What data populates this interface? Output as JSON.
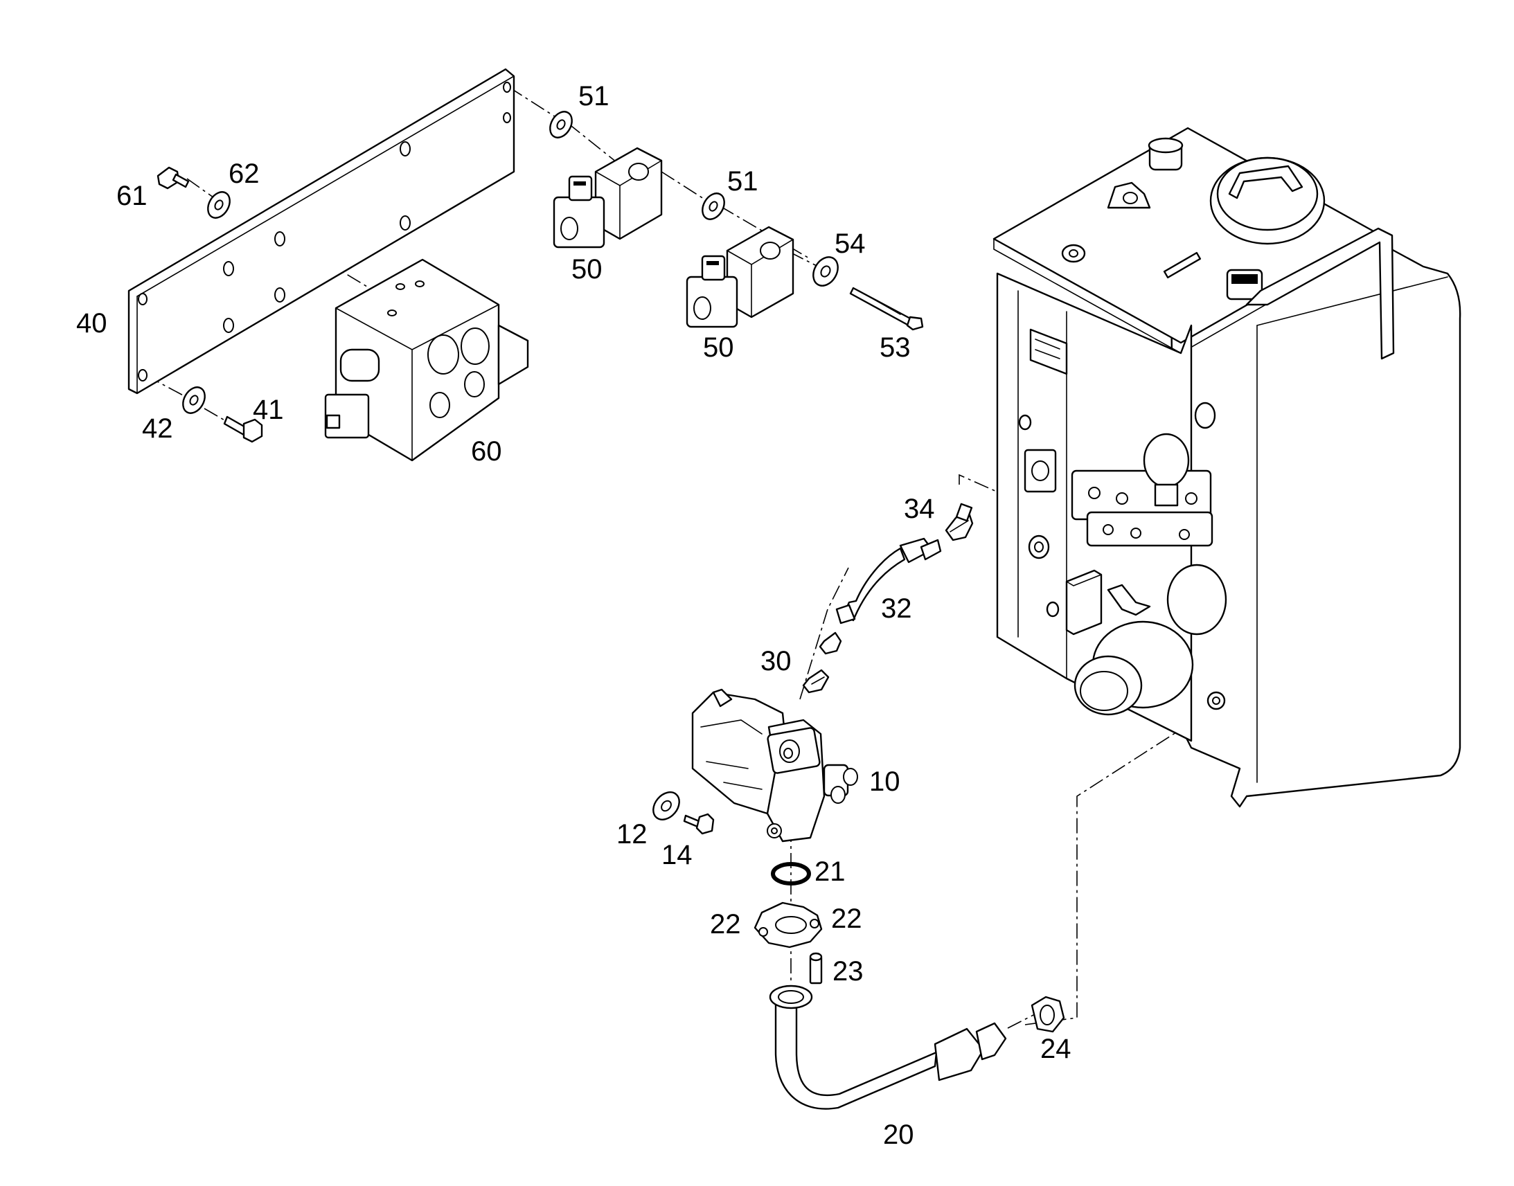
{
  "diagram": {
    "callouts": {
      "p10": "10",
      "p12": "12",
      "p14": "14",
      "p20": "20",
      "p21": "21",
      "p22a": "22",
      "p22b": "22",
      "p23": "23",
      "p24": "24",
      "p30": "30",
      "p32": "32",
      "p34": "34",
      "p40": "40",
      "p41": "41",
      "p42": "42",
      "p50a": "50",
      "p50b": "50",
      "p51a": "51",
      "p51b": "51",
      "p53": "53",
      "p54": "54",
      "p60": "60",
      "p61": "61",
      "p62": "62"
    },
    "colors": {
      "line": "#000000",
      "background": "#ffffff"
    }
  }
}
